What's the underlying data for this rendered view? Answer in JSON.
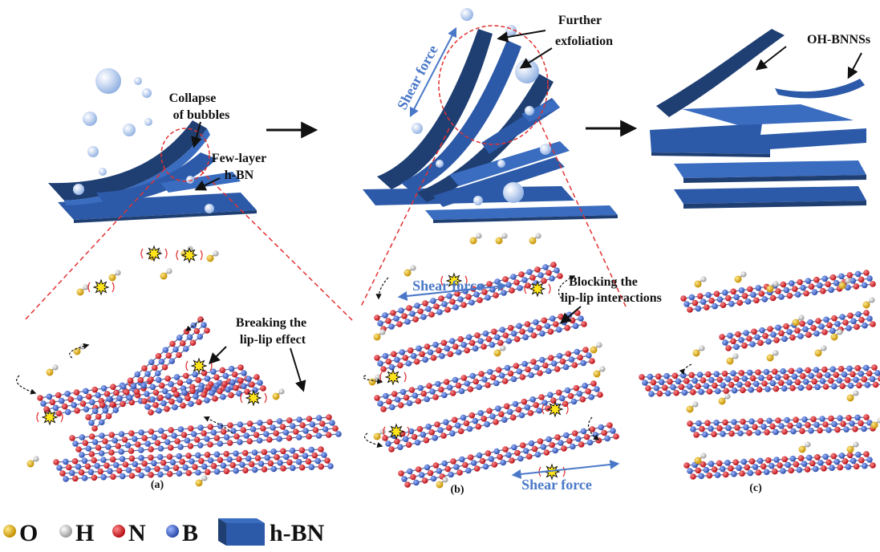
{
  "labels": {
    "collapse_1": "Collapse",
    "collapse_2": "of bubbles",
    "fewlayer_1": "Few-layer",
    "fewlayer_2": "h-BN",
    "further_1": "Further",
    "further_2": "exfoliation",
    "shear_top": "Shear force",
    "ohbnnss": "OH-BNNSs",
    "breaking_1": "Breaking the",
    "breaking_2": "lip-lip effect",
    "shear_mid_top": "Shear force",
    "blocking_1": "Blocking the",
    "blocking_2": "lip-lip interactions",
    "shear_mid_bottom": "Shear force"
  },
  "panels": {
    "a": "(a)",
    "b": "(b)",
    "c": "(c)"
  },
  "legend": [
    {
      "symbol": "O",
      "color": "#e8b90f"
    },
    {
      "symbol": "H",
      "color": "#d0d0d0"
    },
    {
      "symbol": "N",
      "color": "#d6161e"
    },
    {
      "symbol": "B",
      "color": "#3e63c4"
    },
    {
      "symbol": "h-BN",
      "color": "#2a4f8f"
    }
  ],
  "colors": {
    "sheet_dark": "#1f3f73",
    "sheet_mid": "#2c5aa8",
    "sheet_light": "#3a6cc0",
    "bubble": "#b9cdee",
    "shear_blue": "#4a78c8",
    "guide_red": "#e23232"
  }
}
